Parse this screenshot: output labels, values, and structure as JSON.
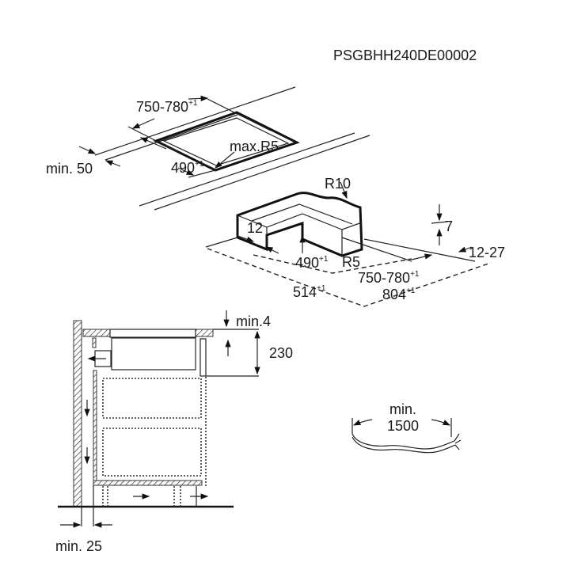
{
  "doc_code": "PSGBHH240DE00002",
  "cutout": {
    "width": "750-780",
    "width_tol": "+1",
    "depth": "490",
    "depth_tol": "+1",
    "corner_radius": "max.R5",
    "edge_distance": "min. 50"
  },
  "flush_mount": {
    "outer_radius": "R10",
    "inner_radius": "R5",
    "rebate_width": "12",
    "rebate_depth": "7",
    "offset": "12-27",
    "inner_depth": "490",
    "inner_depth_tol": "+1",
    "inner_width": "750-780",
    "inner_width_tol": "+1",
    "outer_depth": "514",
    "outer_depth_tol": "+1",
    "outer_width": "804",
    "outer_width_tol": "+1"
  },
  "section": {
    "top_gap": "min.4",
    "height": "230",
    "wall_gap": "min. 25"
  },
  "cable": {
    "label_line1": "min.",
    "label_line2": "1500"
  }
}
